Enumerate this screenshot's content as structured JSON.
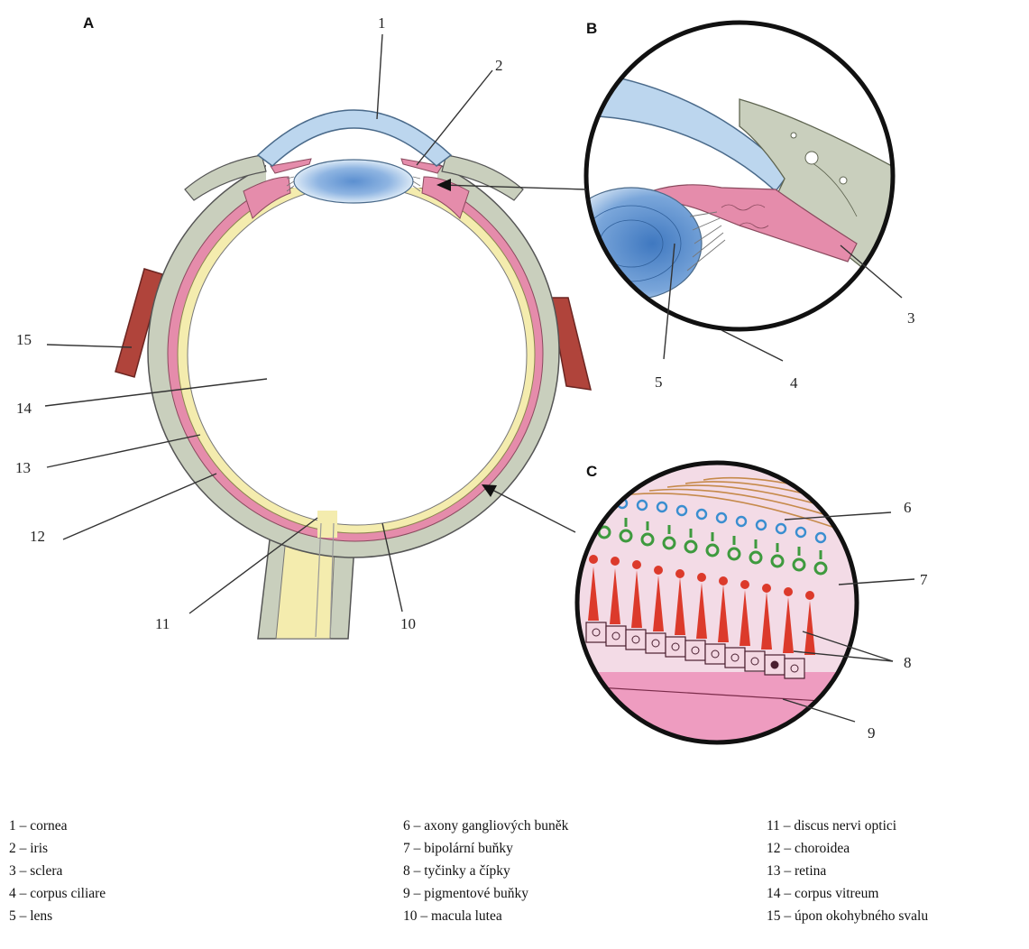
{
  "panels": {
    "a": "A",
    "b": "B",
    "c": "C"
  },
  "numbers": [
    "1",
    "2",
    "3",
    "4",
    "5",
    "6",
    "7",
    "8",
    "9",
    "10",
    "11",
    "12",
    "13",
    "14",
    "15"
  ],
  "legend": {
    "col1": [
      "1 – cornea",
      "2 – iris",
      "3 – sclera",
      "4 – corpus ciliare",
      "5 – lens"
    ],
    "col2": [
      "6 – axony gangliových buněk",
      "7 – bipolární buňky",
      "8 – tyčinky a čípky",
      "9 – pigmentové buňky",
      "10 – macula lutea"
    ],
    "col3": [
      "11 – discus nervi optici",
      "12 – choroidea",
      "13 – retina",
      "14 – corpus vitreum",
      "15 – úpon okohybného svalu"
    ]
  },
  "colors": {
    "sclera": "#c9cfbd",
    "choroid": "#e58cab",
    "retina": "#f4ecae",
    "cornea": "#bcd6ee",
    "lens": "#5b8fd0",
    "muscle": "#b0443b",
    "ganglion": "#c68a4b",
    "bipolar": "#3e9a3e",
    "photoreceptor": "#dc3a2b",
    "blue_cells": "#3a8ed0",
    "pigment": "#ee9cc0"
  }
}
